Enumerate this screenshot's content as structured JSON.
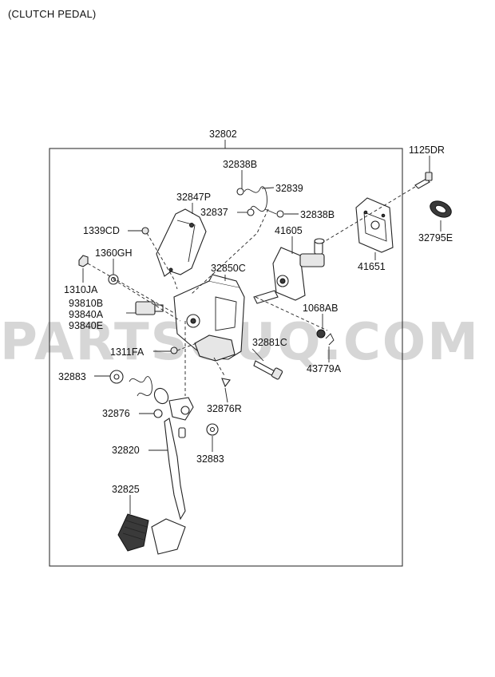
{
  "header": {
    "title": "(CLUTCH PEDAL)"
  },
  "watermark": "PARTSOUQ.COM",
  "parts": {
    "p32802": "32802",
    "p1125DR": "1125DR",
    "p32838B_top": "32838B",
    "p32839": "32839",
    "p32847P": "32847P",
    "p32837": "32837",
    "p32838B_right": "32838B",
    "p32795E": "32795E",
    "p1339CD": "1339CD",
    "p41605": "41605",
    "p1360GH": "1360GH",
    "p41651": "41651",
    "p32850C": "32850C",
    "p1310JA": "1310JA",
    "p93810B": "93810B",
    "p1068AB": "1068AB",
    "p93840A": "93840A",
    "p93840E": "93840E",
    "p32881C": "32881C",
    "p1311FA": "1311FA",
    "p43779A": "43779A",
    "p32883_left": "32883",
    "p32876R": "32876R",
    "p32876": "32876",
    "p32820": "32820",
    "p32883_bottom": "32883",
    "p32825": "32825"
  }
}
